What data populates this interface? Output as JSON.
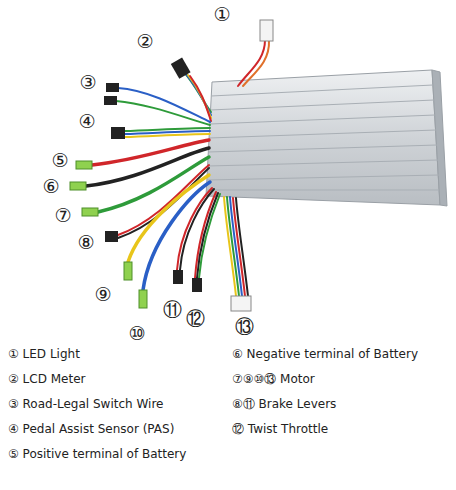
{
  "diagram": {
    "labels": [
      "①",
      "②",
      "③",
      "④",
      "⑤",
      "⑥",
      "⑦",
      "⑧",
      "⑨",
      "⑩",
      "⑪",
      "⑫",
      "⑬",
      "① LED Light",
      "② LCD Meter",
      "③ Road-Legal Switch Wire",
      "④ Pedal Assist Sensor (PAS)",
      "⑤ Positive terminal of Battery",
      "⑥ Negative terminal of Battery",
      "⑦⑨⑩⑬ Motor",
      "⑧⑪ Brake Levers",
      "⑫ Twist Throttle"
    ]
  }
}
